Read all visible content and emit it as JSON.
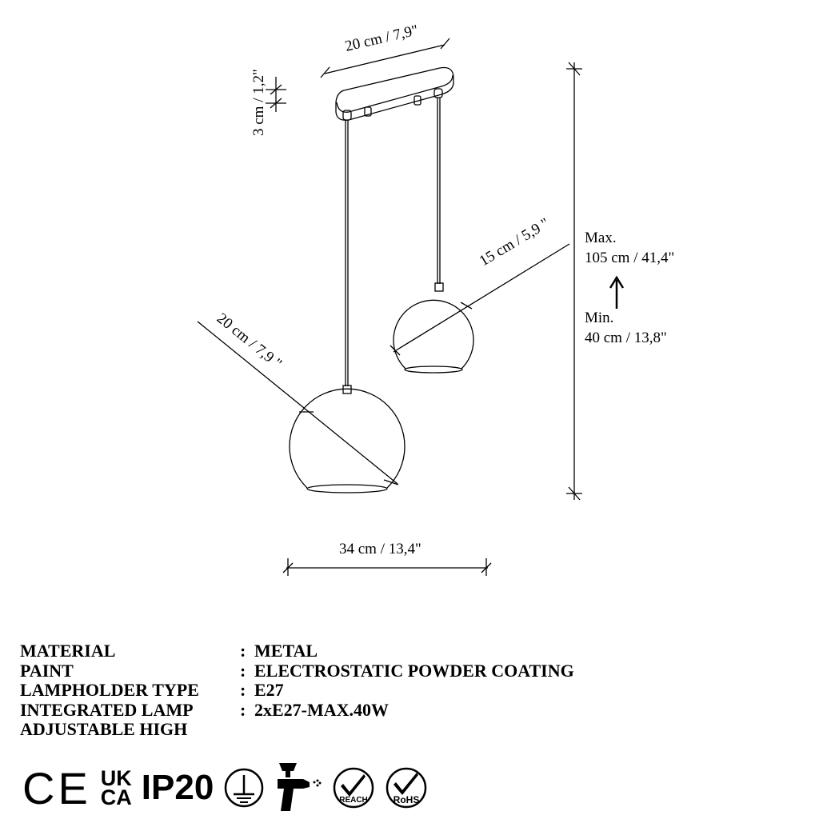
{
  "dimensions": {
    "canopy_length": "20 cm / 7,9\"",
    "canopy_height": "3 cm / 1,2\"",
    "small_shade_diameter": "15 cm / 5,9 \"",
    "large_shade_diameter": "20 cm / 7,9 \"",
    "total_width": "34 cm / 13,4\"",
    "max_label": "Max.",
    "max_value": "105 cm / 41,4\"",
    "min_label": "Min.",
    "min_value": "40 cm / 13,8\""
  },
  "specs": [
    {
      "key": "MATERIAL",
      "value": "METAL"
    },
    {
      "key": "PAINT",
      "value": "ELECTROSTATIC POWDER COATING"
    },
    {
      "key": "LAMPHOLDER TYPE",
      "value": "E27"
    },
    {
      "key": "INTEGRATED LAMP",
      "value": "2xE27-MAX.40W"
    },
    {
      "key": "ADJUSTABLE HIGH",
      "value": ""
    }
  ],
  "separator": ":",
  "certifications": {
    "ce": "CE",
    "ukca_top": "UK",
    "ukca_bottom": "CA",
    "ip": "IP20",
    "reach": "REACH",
    "rohs": "RoHS"
  },
  "icons": [
    "ce-mark-icon",
    "ukca-mark-icon",
    "earth-ground-icon",
    "spray-gun-icon",
    "reach-check-icon",
    "rohs-check-icon"
  ]
}
